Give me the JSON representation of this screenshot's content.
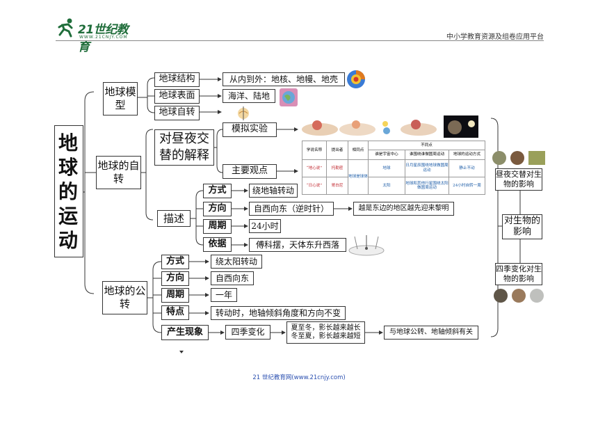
{
  "header": {
    "logo_text": "21世纪教育",
    "logo_sub": "WWW.21CNJY.COM",
    "right_text": "中小学教育资源及组卷应用平台"
  },
  "footer": {
    "text": "21 世纪教育网(www.21cnjy.com)"
  },
  "root": {
    "lines": [
      "地",
      "球",
      "的",
      "运",
      "动"
    ]
  },
  "model": {
    "label": "地球模型",
    "items": [
      {
        "label": "地球结构",
        "detail": "从内到外：地核、地幔、地壳"
      },
      {
        "label": "地球表面",
        "detail": "海洋、陆地"
      },
      {
        "label": "地球自转",
        "detail": ""
      }
    ]
  },
  "rotation": {
    "label": "地球的自转",
    "daynight": {
      "label": "对昼夜交替的解释",
      "simulation": "模拟实验",
      "viewpoints": "主要观点"
    },
    "table": {
      "head_diff": "不同点",
      "col_theory": "学说名称",
      "col_proposer": "提出者",
      "col_same": "相同点",
      "col_center": "谁是宇宙中心",
      "col_sun": "谁围绕谁做圆周运动",
      "col_earth": "地球的运动方式",
      "rows": [
        {
          "theory": "“地心说”",
          "proposer": "托勒密",
          "center": "地球",
          "sun": "日月星辰围绕地球做圆周运动",
          "earth": "静止不动"
        },
        {
          "theory": "“日心说”",
          "proposer": "哥白尼",
          "center": "太阳",
          "sun": "地球和其他行星围绕太阳做圆周运动",
          "earth": "24小时自转一周"
        }
      ],
      "same": "地球是球体"
    },
    "describe": {
      "label": "描述",
      "items": [
        {
          "label": "方式",
          "detail": "绕地轴转动"
        },
        {
          "label": "方向",
          "detail": "自西向东（逆时针）",
          "extra": "越是东边的地区越先迎来黎明"
        },
        {
          "label": "周期",
          "detail": "24小时"
        },
        {
          "label": "依据",
          "detail": "傅科摆，天体东升西落"
        }
      ]
    }
  },
  "revolution": {
    "label": "地球的公转",
    "items": [
      {
        "label": "方式",
        "detail": "绕太阳转动"
      },
      {
        "label": "方向",
        "detail": "自西向东"
      },
      {
        "label": "周期",
        "detail": "一年"
      },
      {
        "label": "特点",
        "detail": "转动时，地轴倾斜角度和方向不变"
      }
    ],
    "phenomenon": {
      "label": "产生现象",
      "seasons": "四季变化",
      "shadow_1": "夏至冬，影长越来越长",
      "shadow_2": "冬至夏，影长越来越短",
      "reason": "与地球公转、地轴倾斜有关"
    }
  },
  "effects": {
    "label": "对生物的影响",
    "daynight_effect": "昼夜交替对生物的影响",
    "season_effect": "四季变化对生物的影响"
  }
}
